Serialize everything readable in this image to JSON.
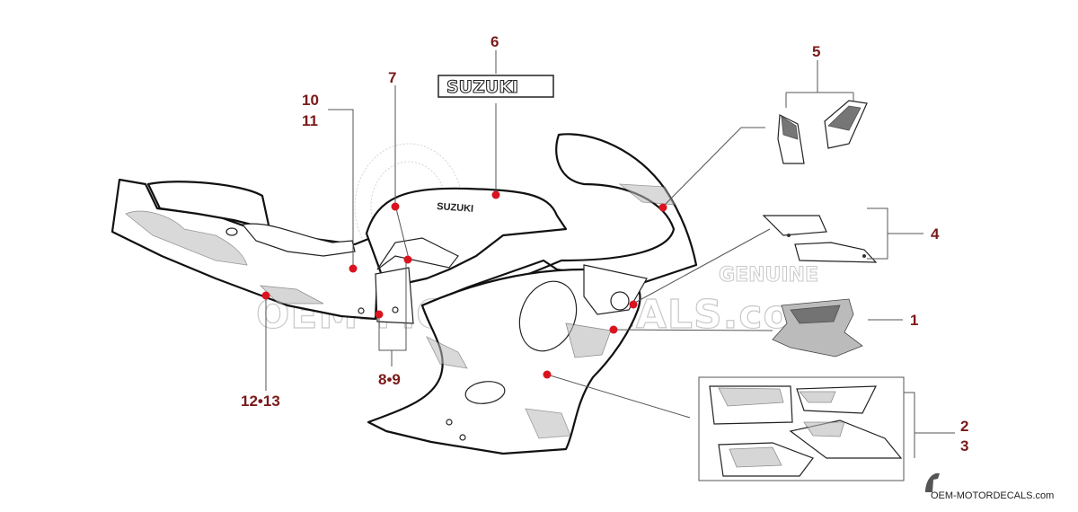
{
  "callouts": {
    "c1": "1",
    "c23a": "2",
    "c23b": "3",
    "c4": "4",
    "c5": "5",
    "c6": "6",
    "c7": "7",
    "c89": "8•9",
    "c1011a": "10",
    "c1011b": "11",
    "c1213": "12•13"
  },
  "decals": {
    "suzuki_emblem": "SUZUKI",
    "tank_logo": "SUZUKI"
  },
  "watermark": {
    "main": "OEM-MOTORDECALS.com",
    "genuine": "GENUINE",
    "footer": "OEM-MOTORDECALS.com"
  },
  "colors": {
    "callout": "#7a1a1a",
    "marker": "#d9141f"
  }
}
